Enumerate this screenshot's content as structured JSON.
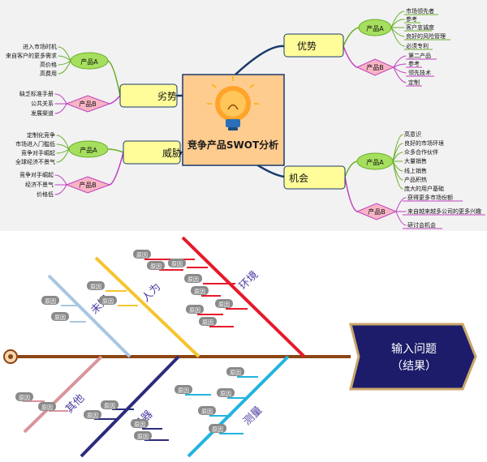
{
  "mindmap": {
    "center_title": "竞争产品SWOT分析",
    "branches": {
      "strengths": {
        "label": "优势",
        "subs": [
          {
            "label": "产品A",
            "items": [
              "市场领先者",
              "参考",
              "客户忠诚度",
              "良好的风险管理",
              "必须专利"
            ]
          },
          {
            "label": "产品B",
            "items": [
              "第二产品",
              "参考",
              "领先技术",
              "定制"
            ]
          }
        ]
      },
      "weaknesses": {
        "label": "劣势",
        "subs": [
          {
            "label": "产品A",
            "items": [
              "进入市场时机",
              "来自客户的更多需求",
              "高价格",
              "高费用"
            ]
          },
          {
            "label": "产品B",
            "items": [
              "缺乏标准手册",
              "公共关系",
              "发展渠道"
            ]
          }
        ]
      },
      "threats": {
        "label": "威胁",
        "subs": [
          {
            "label": "产品A",
            "items": [
              "定制化竞争",
              "市场进入门槛低",
              "竞争对手崛起",
              "全球经济不景气"
            ]
          },
          {
            "label": "产品B",
            "items": [
              "竞争对手崛起",
              "经济不景气",
              "价格低"
            ]
          }
        ]
      },
      "opportunities": {
        "label": "机会",
        "subs": [
          {
            "label": "产品A",
            "items": [
              "高意识",
              "良好的市场环境",
              "众多合作伙伴",
              "大量销售",
              "线上销售",
              "产品积热",
              "庞大的用户基础"
            ]
          },
          {
            "label": "产品B",
            "items": [
              "获得更多市场份额",
              "来自越来越多公司的更多兴趣",
              "研讨会机会"
            ]
          }
        ]
      }
    },
    "colors": {
      "main_box": "#fffd99",
      "center_box": "#ffcc8f",
      "product_a": "#a6df5e",
      "product_b": "#f8b4c4",
      "line_blue": "#1b3a6b",
      "line_green": "#6aae2a",
      "line_purple": "#c040c0"
    }
  },
  "fishbone": {
    "head_label_line1": "输入问题",
    "head_label_line2": "（结果）",
    "cause_label": "原因",
    "bones": [
      {
        "label": "未知",
        "color": "#a9c6e2"
      },
      {
        "label": "人为",
        "color": "#f5c430"
      },
      {
        "label": "环境",
        "color": "#e6192a"
      },
      {
        "label": "其他",
        "color": "#d9949b"
      },
      {
        "label": "机器",
        "color": "#2c2c7c"
      },
      {
        "label": "测量",
        "color": "#22b4e0"
      }
    ],
    "colors": {
      "spine": "#8b4513",
      "head_fill": "#1c1c6a",
      "head_border": "#c9a66b",
      "head_text": "#ffffff",
      "tag_fill": "#8a8a8a",
      "tag_text": "#ffffff"
    }
  }
}
